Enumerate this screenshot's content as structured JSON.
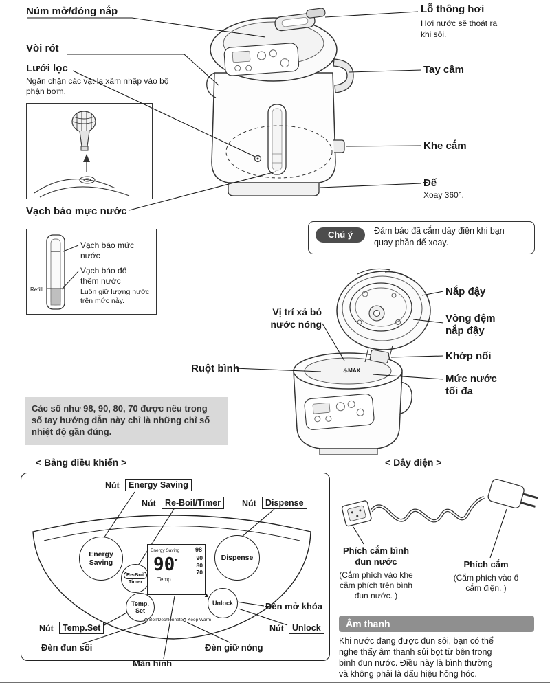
{
  "colors": {
    "badge_gray": "#4d4d4d",
    "note_gray": "#d9d9d9",
    "sound_header_gray": "#8f8f8f",
    "line": "#1a1a1a"
  },
  "icons": {
    "lcd_pointer": "▸",
    "unlock_pointer": "▲",
    "hot_water": "♨"
  },
  "kettle": {
    "knob_label": "Núm mở/đóng nắp",
    "vent_label": "Lỗ thông hơi",
    "vent_desc1": "Hơi nước sẽ thoát ra",
    "vent_desc2": "khi sôi.",
    "spout_label": "Vòi rót",
    "filter_label": "Lưới lọc",
    "filter_desc1": "Ngăn chặn các vật lạ xâm nhập vào bộ",
    "filter_desc2": "phận bơm.",
    "handle_label": "Tay cầm",
    "slot_label": "Khe cắm",
    "base_label": "Đế",
    "base_desc": "Xoay 360°.",
    "water_level_label": "Vạch báo mực nước"
  },
  "gauge": {
    "level_line1": "Vạch báo mức",
    "level_line2": "nước",
    "add_line1": "Vạch báo đổ",
    "add_line2": "thêm nước",
    "note_line1": "Luôn giữ lượng nước",
    "note_line2": "trên mức này.",
    "refill": "Refill"
  },
  "notice": {
    "badge": "Chú ý",
    "line1": "Đảm bảo đã cắm dây điện khi bạn",
    "line2": "quay phần đế xoay."
  },
  "lid": {
    "cap_label": "Nắp đậy",
    "gasket_line1": "Vòng đệm",
    "gasket_line2": "nắp đậy",
    "joint_label": "Khớp nối",
    "max_line1": "Mức nước",
    "max_line2": "tối đa",
    "drain_line1": "Vị trí xả bỏ",
    "drain_line2": "nước nóng",
    "inner_label": "Ruột bình",
    "max_mark": "MAX"
  },
  "temp_note": {
    "line1": "Các số như 98, 90, 80, 70 được nêu trong",
    "line2": "sổ tay hướng dẫn này chỉ là những chỉ số",
    "line3": "nhiệt độ gần đúng."
  },
  "panel": {
    "title": "< Bảng điều khiển >",
    "nut": "Nút",
    "btn_energy": "Energy Saving",
    "btn_reboil": "Re-Boil/Timer",
    "btn_dispense": "Dispense",
    "c_energy1": "Energy",
    "c_energy2": "Saving",
    "c_reboil1": "Re-Boil",
    "c_reboil2": "Timer",
    "c_dispense": "Dispense",
    "c_temp1": "Temp.",
    "c_temp2": "Set",
    "c_unlock": "Unlock",
    "lcd_energy": "Energy Saving",
    "lcd_98": "98",
    "lcd_main": "90",
    "lcd_temps": [
      "90",
      "80",
      "70"
    ],
    "lcd_temp_label": "Temp.",
    "ind_boil": "Boil/Dechlorinate",
    "ind_keepwarm": "Keep Warm",
    "lbl_unlock_light": "Đèn mở khóa",
    "btn_unlock": "Unlock",
    "btn_tempset": "Temp.Set",
    "lbl_boil_light": "Đèn đun sôi",
    "lbl_keepwarm_light": "Đèn giữ nóng",
    "lbl_display": "Màn hình"
  },
  "cord": {
    "title": "< Dây điện >",
    "kplug_line1": "Phích cắm bình",
    "kplug_line2": "đun nước",
    "kplug_desc1": "(Cắm phích vào khe",
    "kplug_desc2": "cắm phích trên bình",
    "kplug_desc3": "đun nước. )",
    "oplug": "Phích cắm",
    "oplug_desc1": "(Cắm phích vào ổ",
    "oplug_desc2": "cắm điện. )"
  },
  "sound": {
    "title": "Âm thanh",
    "line1": "Khi nước đang được đun sôi, bạn có thể",
    "line2": "nghe thấy âm thanh sủi bọt từ bên trong",
    "line3": "bình đun nước. Điều này là bình thường",
    "line4": "và không phải là dấu hiệu hỏng hóc."
  }
}
